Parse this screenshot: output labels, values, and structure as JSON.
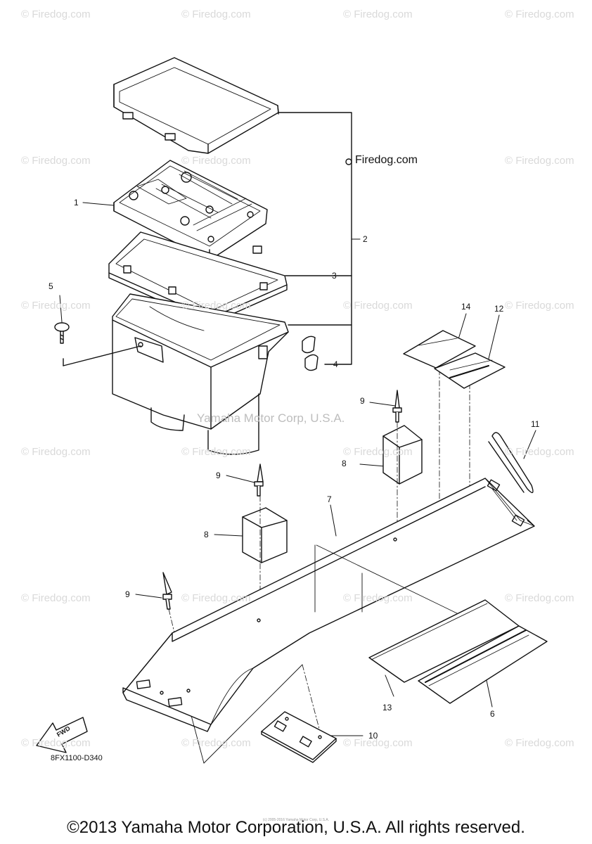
{
  "watermark": {
    "text": "© Firedog.com"
  },
  "brand_label": "Firedog.com",
  "center_watermark": "Yamaha Motor Corp, U.S.A.",
  "callouts": [
    "1",
    "2",
    "3",
    "4",
    "5",
    "6",
    "7",
    "8",
    "8",
    "9",
    "9",
    "9",
    "10",
    "11",
    "12",
    "13",
    "14"
  ],
  "fwd_label": "FWD",
  "diagram_code": "8FX1100-D340",
  "fine_print": "(c) 2005-2016 Yamaha Motor Corp, U.S.A.",
  "copyright": "©2013 Yamaha Motor Corporation, U.S.A. All rights reserved."
}
